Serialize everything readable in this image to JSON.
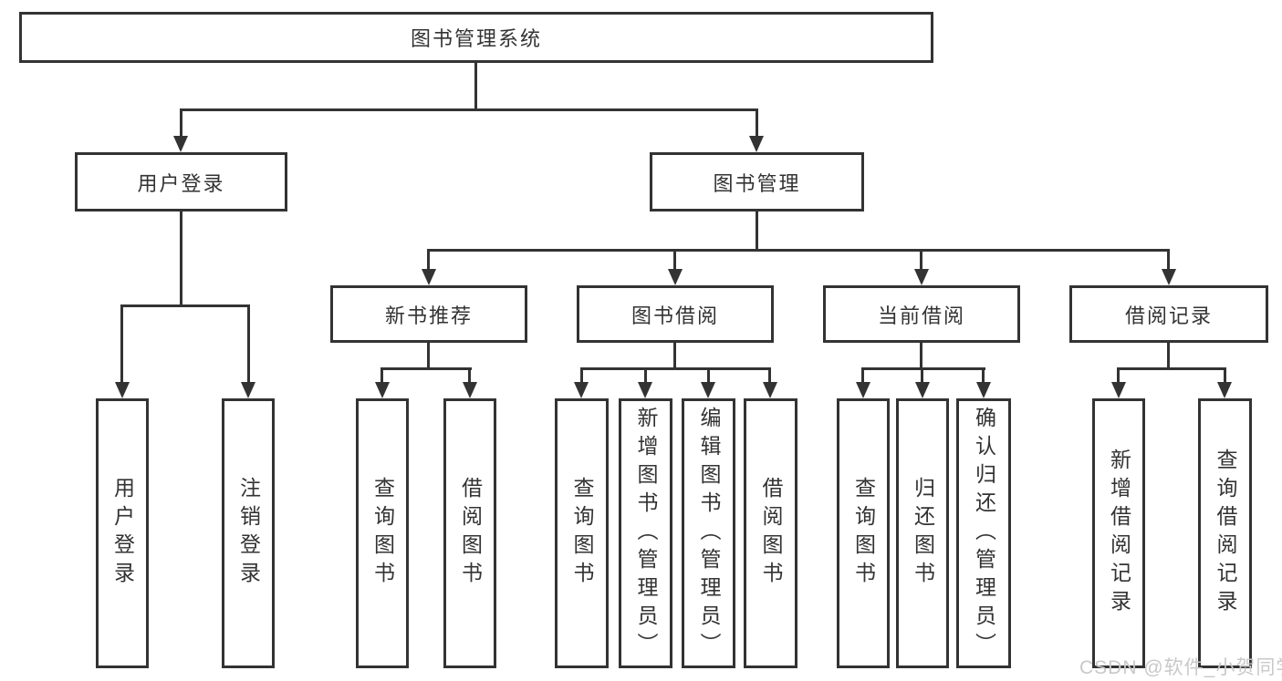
{
  "diagram": {
    "root": {
      "label": "图书管理系统"
    },
    "level2": [
      {
        "label": "用户登录"
      },
      {
        "label": "图书管理"
      }
    ],
    "user_login_children": [
      {
        "label": "用户登录"
      },
      {
        "label": "注销登录"
      }
    ],
    "level3": [
      {
        "label": "新书推荐"
      },
      {
        "label": "图书借阅"
      },
      {
        "label": "当前借阅"
      },
      {
        "label": "借阅记录"
      }
    ],
    "new_book_children": [
      {
        "label": "查询图书"
      },
      {
        "label": "借阅图书"
      }
    ],
    "book_borrow_children": [
      {
        "label": "查询图书"
      },
      {
        "label": "新增图书（管理员）"
      },
      {
        "label": "编辑图书（管理员）"
      },
      {
        "label": "借阅图书"
      }
    ],
    "current_borrow_children": [
      {
        "label": "查询图书"
      },
      {
        "label": "归还图书"
      },
      {
        "label": "确认归还（管理员）"
      }
    ],
    "borrow_record_children": [
      {
        "label": "新增借阅记录"
      },
      {
        "label": "查询借阅记录"
      }
    ]
  },
  "watermark": {
    "text": "CSDN @软件_小贺同学"
  },
  "colors": {
    "line": "#333333",
    "text": "#333333",
    "background": "#ffffff",
    "watermark": "#c9c9c9"
  }
}
